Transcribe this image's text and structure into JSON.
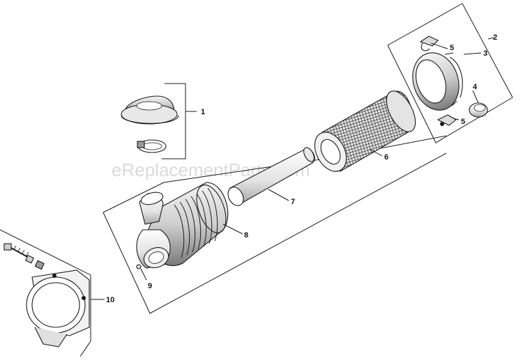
{
  "watermark": "eReplacementParts.com",
  "callouts": {
    "c1": "1",
    "c2": "2",
    "c3": "3",
    "c4": "4",
    "c5a": "5",
    "c5b": "5",
    "c6": "6",
    "c7": "7",
    "c8": "8",
    "c9": "9",
    "c10": "10"
  },
  "parts": [
    {
      "id": "1",
      "name": "precleaner-cap"
    },
    {
      "id": "2",
      "name": "cover-assembly"
    },
    {
      "id": "3",
      "name": "cover"
    },
    {
      "id": "4",
      "name": "valve"
    },
    {
      "id": "5",
      "name": "clip"
    },
    {
      "id": "6",
      "name": "element"
    },
    {
      "id": "7",
      "name": "inner-element"
    },
    {
      "id": "8",
      "name": "housing"
    },
    {
      "id": "9",
      "name": "fitting"
    },
    {
      "id": "10",
      "name": "bracket"
    }
  ],
  "colors": {
    "line": "#1a1a1a",
    "shade": "#9a9a9a",
    "mesh": "#5a5a5a"
  }
}
